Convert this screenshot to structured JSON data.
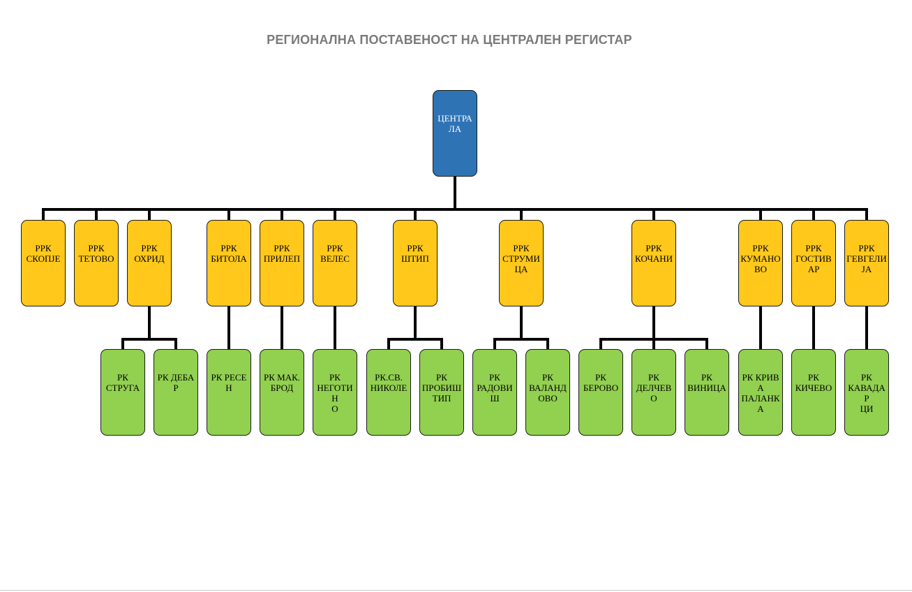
{
  "title": "РЕГИОНАЛНА ПОСТАВЕНОСТ НА ЦЕНТРАЛЕН РЕГИСТАР",
  "colors": {
    "central": "#2e74b5",
    "regional": "#ffc81a",
    "local": "#92d050",
    "connector": "#000000"
  },
  "central": {
    "lines": [
      "ЦЕНТРА",
      "ЛА"
    ]
  },
  "regional": [
    {
      "id": "skopje",
      "lines": [
        "РРК",
        "СКОПЈЕ"
      ]
    },
    {
      "id": "tetovo",
      "lines": [
        "РРК",
        "ТЕТОВО"
      ]
    },
    {
      "id": "ohrid",
      "lines": [
        "РРК",
        "ОХРИД"
      ]
    },
    {
      "id": "bitola",
      "lines": [
        "РРК",
        "БИТОЛА"
      ]
    },
    {
      "id": "prilep",
      "lines": [
        "РРК",
        "ПРИЛЕП"
      ]
    },
    {
      "id": "veles",
      "lines": [
        "РРК",
        "ВЕЛЕС"
      ]
    },
    {
      "id": "shtip",
      "lines": [
        "РРК",
        "ШТИП"
      ]
    },
    {
      "id": "strumica",
      "lines": [
        "РРК",
        "СТРУМИ",
        "ЦА"
      ]
    },
    {
      "id": "kochani",
      "lines": [
        "РРК",
        "КОЧАНИ"
      ]
    },
    {
      "id": "kumanovo",
      "lines": [
        "РРК",
        "КУМАНО",
        "ВО"
      ]
    },
    {
      "id": "gostivar",
      "lines": [
        "РРК",
        "ГОСТИВ",
        "АР"
      ]
    },
    {
      "id": "gevgelija",
      "lines": [
        "РРК",
        "ГЕВГЕЛИ",
        "ЈА"
      ]
    }
  ],
  "local": [
    {
      "parent": "ohrid",
      "lines": [
        "РК",
        "СТРУГА"
      ]
    },
    {
      "parent": "ohrid",
      "lines": [
        "РК ДЕБАР"
      ]
    },
    {
      "parent": "bitola",
      "lines": [
        "РК РЕСЕН"
      ]
    },
    {
      "parent": "prilep",
      "lines": [
        "РК МАК.",
        "БРОД"
      ]
    },
    {
      "parent": "veles",
      "lines": [
        "РК",
        "НЕГОТИН",
        "О"
      ]
    },
    {
      "parent": "shtip",
      "lines": [
        "РК.СВ.",
        "НИКОЛЕ"
      ]
    },
    {
      "parent": "shtip",
      "lines": [
        "РК",
        "ПРОБИШ",
        "ТИП"
      ]
    },
    {
      "parent": "strumica",
      "lines": [
        "РК",
        "РАДОВИ",
        "Ш"
      ]
    },
    {
      "parent": "strumica",
      "lines": [
        "РК",
        "ВАЛАНД",
        "ОВО"
      ]
    },
    {
      "parent": "kochani",
      "lines": [
        "РК",
        "БЕРОВО"
      ]
    },
    {
      "parent": "kochani",
      "lines": [
        "РК",
        "ДЕЛЧЕВО"
      ]
    },
    {
      "parent": "kochani",
      "lines": [
        "РК",
        "ВИНИЦА"
      ]
    },
    {
      "parent": "kumanovo",
      "lines": [
        "РК КРИВА",
        "ПАЛАНК",
        "А"
      ]
    },
    {
      "parent": "gostivar",
      "lines": [
        "РК",
        "КИЧЕВО"
      ]
    },
    {
      "parent": "gevgelija",
      "lines": [
        "РК",
        "КАВАДАР",
        "ЦИ"
      ]
    }
  ]
}
